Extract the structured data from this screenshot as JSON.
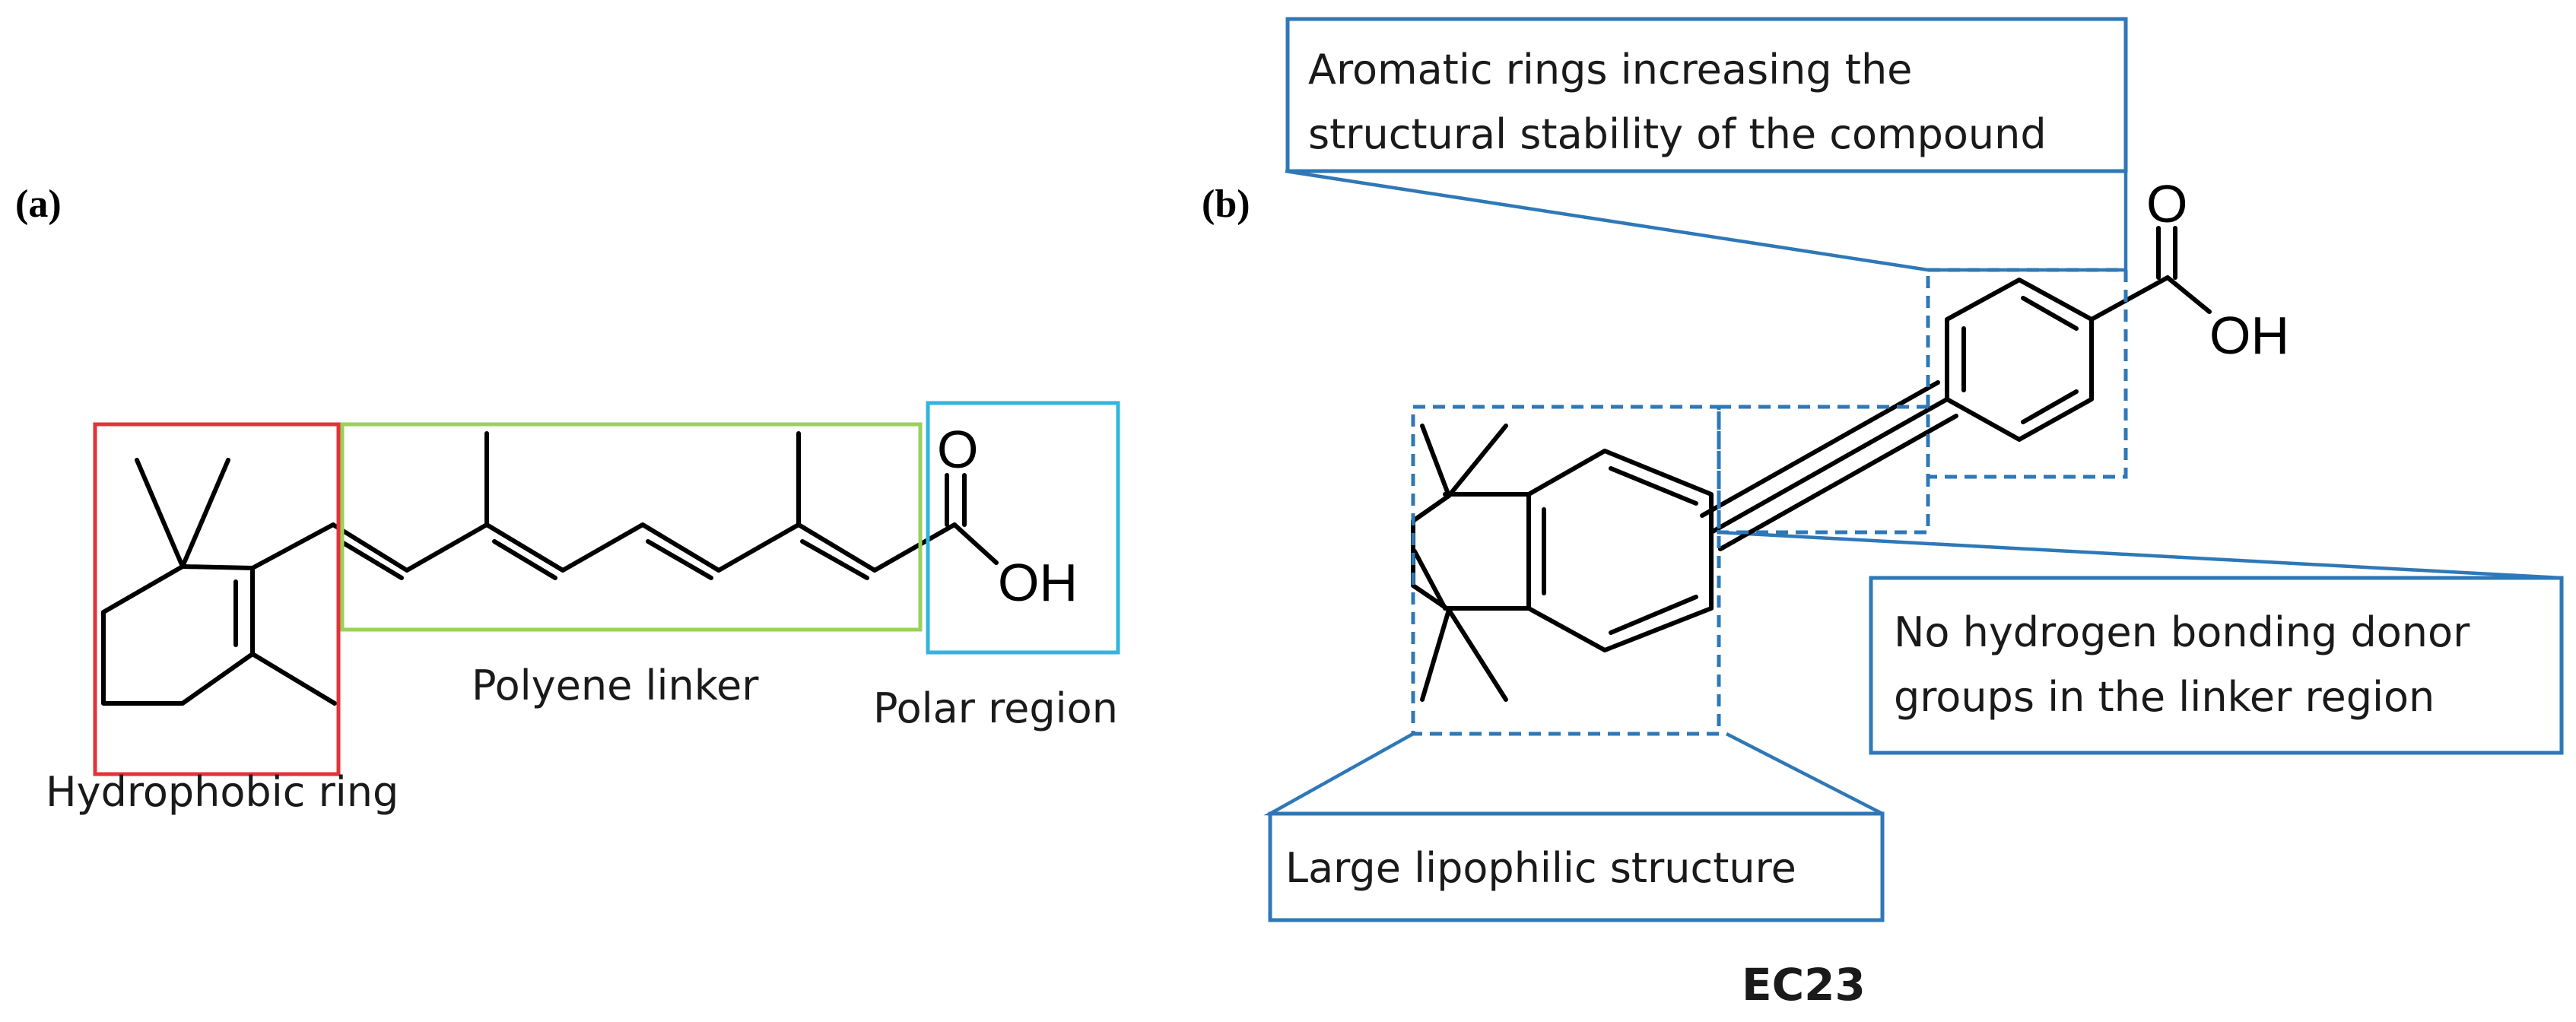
{
  "panel_a": {
    "label": "(a)",
    "regions": {
      "hydrophobic": {
        "label": "Hydrophobic ring",
        "color": "#e0343a"
      },
      "polyene": {
        "label": "Polyene linker",
        "color": "#9bd05a"
      },
      "polar": {
        "label": "Polar region",
        "color": "#2fb6dd"
      }
    },
    "atoms": {
      "carbonyl_o": "O",
      "hydroxyl": "OH"
    }
  },
  "panel_b": {
    "label": "(b)",
    "compound_name": "EC23",
    "callout_color": "#2e78b7",
    "callouts": {
      "aromatic": [
        "Aromatic rings increasing the",
        "structural stability of the compound"
      ],
      "linker": [
        "No hydrogen bonding donor",
        "groups in the linker region"
      ],
      "lipophilic": [
        "Large lipophilic structure"
      ]
    },
    "atoms": {
      "carbonyl_o": "O",
      "hydroxyl": "OH"
    }
  }
}
